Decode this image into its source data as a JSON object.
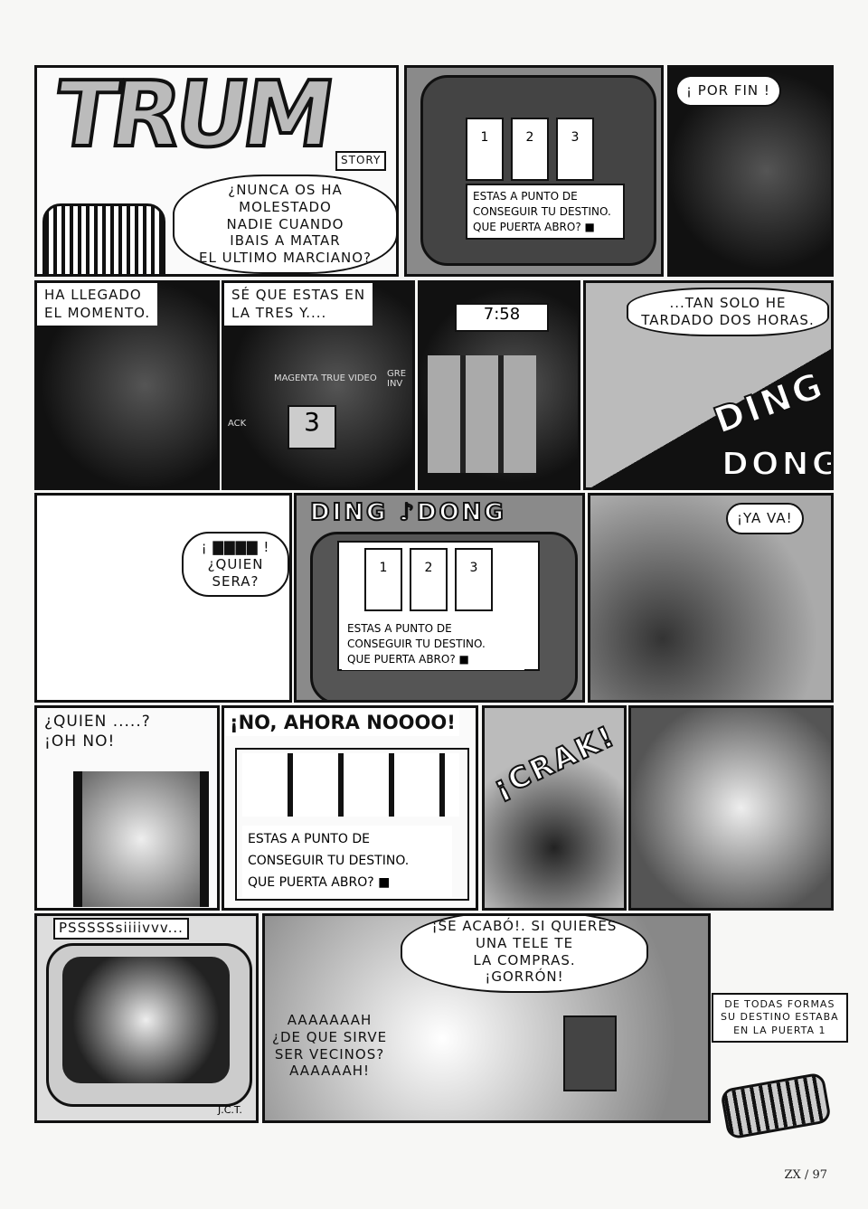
{
  "title": {
    "logo": "TRUM",
    "subtitle": "STORY"
  },
  "panels": {
    "p1": "¿NUNCA OS HA MOLESTADO\nNADIE CUANDO\nIBAIS A MATAR\nEL ULTIMO MARCIANO?",
    "screen_text": "ESTAS A PUNTO DE\nCONSEGUIR TU DESTINO.\nQUE PUERTA ABRO? ■",
    "doors": [
      "1",
      "2",
      "3"
    ],
    "p3": "¡ POR FIN !",
    "p4": "HA LLEGADO\nEL MOMENTO.",
    "p5": "SÉ QUE ESTAS EN\nLA TRES Y....",
    "p5_labels": [
      "MAGENTA TRUE VIDEO",
      "GRE INV",
      "ACK"
    ],
    "p6_clock": "7:58",
    "p7": "...TAN SOLO HE\nTARDADO DOS HORAS.",
    "p7_sfx": [
      "DING",
      "DONG"
    ],
    "p8": "¡ ▇▇▇▇ !\n¿QUIEN SERA?",
    "p9_sfx": "DING ♪DONG",
    "p10": "¡YA VA!",
    "p11": "¿QUIEN .....?\n¡OH NO!",
    "p12": "¡NO, AHORA NOOOO!",
    "p13_sfx": "¡CRAK!",
    "p15": "PSSSSSsiiiivvv...",
    "p15_sign": "J.C.T.",
    "p16_a": "¡SE ACABÓ!. SI QUIERES\nUNA TELE TE\nLA COMPRAS.\n¡GORRÓN!",
    "p16_b": "AAAAAAAH\n¿DE QUE SIRVE\nSER VECINOS?\nAAAAAAH!",
    "p17": "DE TODAS FORMAS\nSU DESTINO ESTABA\nEN LA PUERTA 1"
  },
  "footer": "ZX / 97"
}
